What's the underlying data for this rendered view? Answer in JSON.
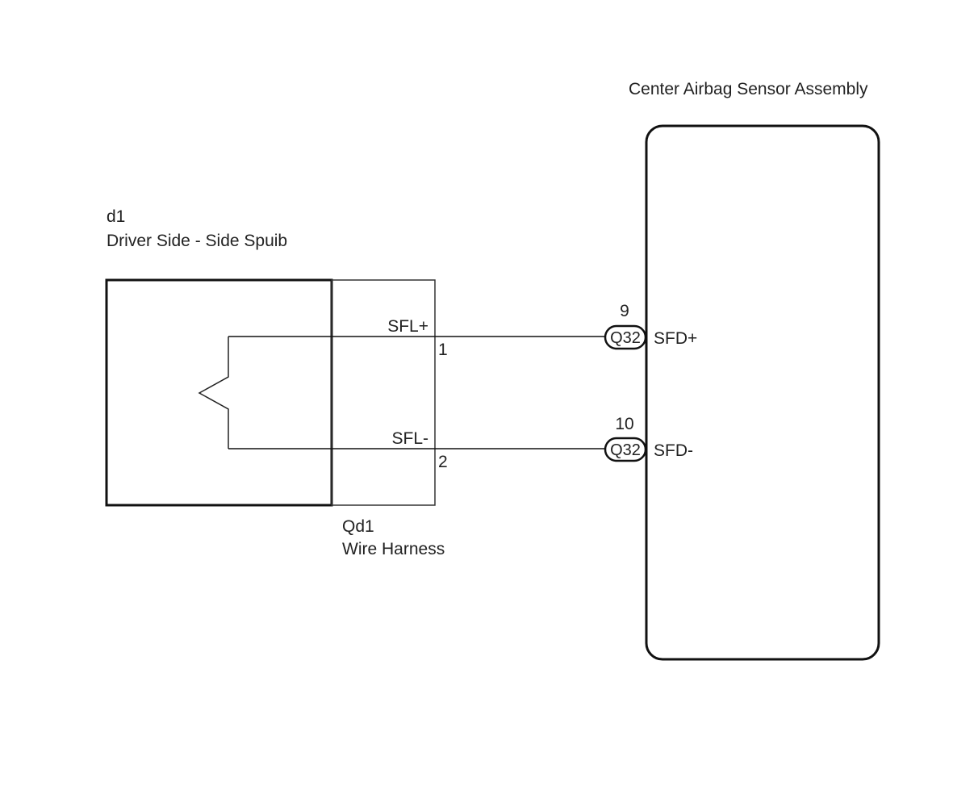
{
  "diagram": {
    "components": {
      "squib": {
        "id": "d1",
        "name": "Driver Side - Side Spuib"
      },
      "harness": {
        "id": "Qd1",
        "name": "Wire Harness",
        "pins": [
          {
            "number": "1",
            "signal": "SFL+"
          },
          {
            "number": "2",
            "signal": "SFL-"
          }
        ]
      },
      "sensor": {
        "name": "Center Airbag Sensor Assembly",
        "pins": [
          {
            "number": "9",
            "connector": "Q32",
            "signal": "SFD+"
          },
          {
            "number": "10",
            "connector": "Q32",
            "signal": "SFD-"
          }
        ]
      }
    },
    "wires": [
      {
        "from": "SFL+",
        "from_pin": "1",
        "to": "SFD+",
        "to_pin": "9"
      },
      {
        "from": "SFL-",
        "from_pin": "2",
        "to": "SFD-",
        "to_pin": "10"
      }
    ],
    "colors": {
      "line": "#111111",
      "text": "#222222",
      "background": "#ffffff"
    }
  }
}
